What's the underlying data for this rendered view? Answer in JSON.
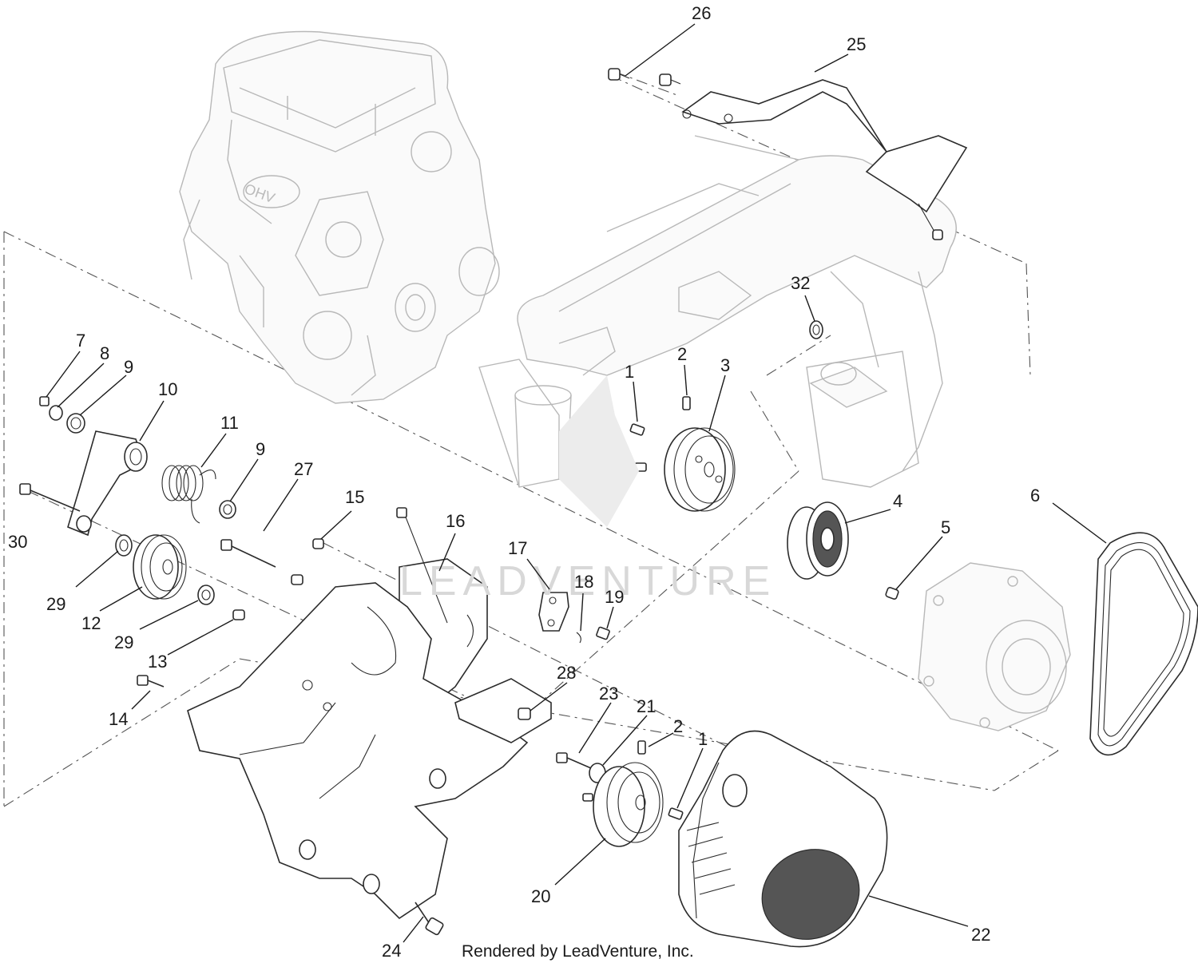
{
  "diagram": {
    "watermark_text": "LEADVENTURE",
    "credit": "Rendered by LeadVenture, Inc.",
    "labels": {
      "l1a": "1",
      "l1b": "1",
      "l2a": "2",
      "l2b": "2",
      "l3": "3",
      "l4": "4",
      "l5": "5",
      "l6": "6",
      "l7": "7",
      "l8": "8",
      "l9a": "9",
      "l9b": "9",
      "l10": "10",
      "l11": "11",
      "l12": "12",
      "l13": "13",
      "l14": "14",
      "l15": "15",
      "l16": "16",
      "l17": "17",
      "l18": "18",
      "l19": "19",
      "l20": "20",
      "l21": "21",
      "l22": "22",
      "l23": "23",
      "l24": "24",
      "l25": "25",
      "l26": "26",
      "l27": "27",
      "l28": "28",
      "l29a": "29",
      "l29b": "29",
      "l30": "30",
      "l32": "32"
    }
  }
}
